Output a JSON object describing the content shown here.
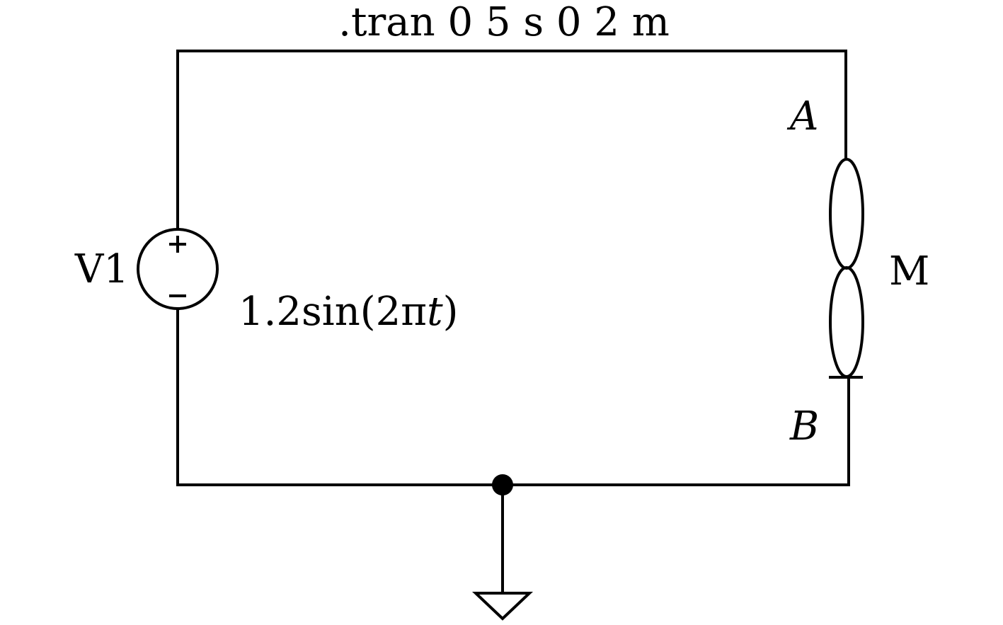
{
  "diagram": {
    "directive": ".tran 0 5 s  0 2 m",
    "source": {
      "name": "V1",
      "value_prefix": "1.2sin(2π",
      "value_var": "t",
      "value_suffix": ")",
      "plus_symbol": "+",
      "minus_symbol": "−"
    },
    "component": {
      "name": "M",
      "terminal_a": "A",
      "terminal_b": "B"
    }
  },
  "colors": {
    "line": "#000000",
    "background": "#ffffff"
  }
}
